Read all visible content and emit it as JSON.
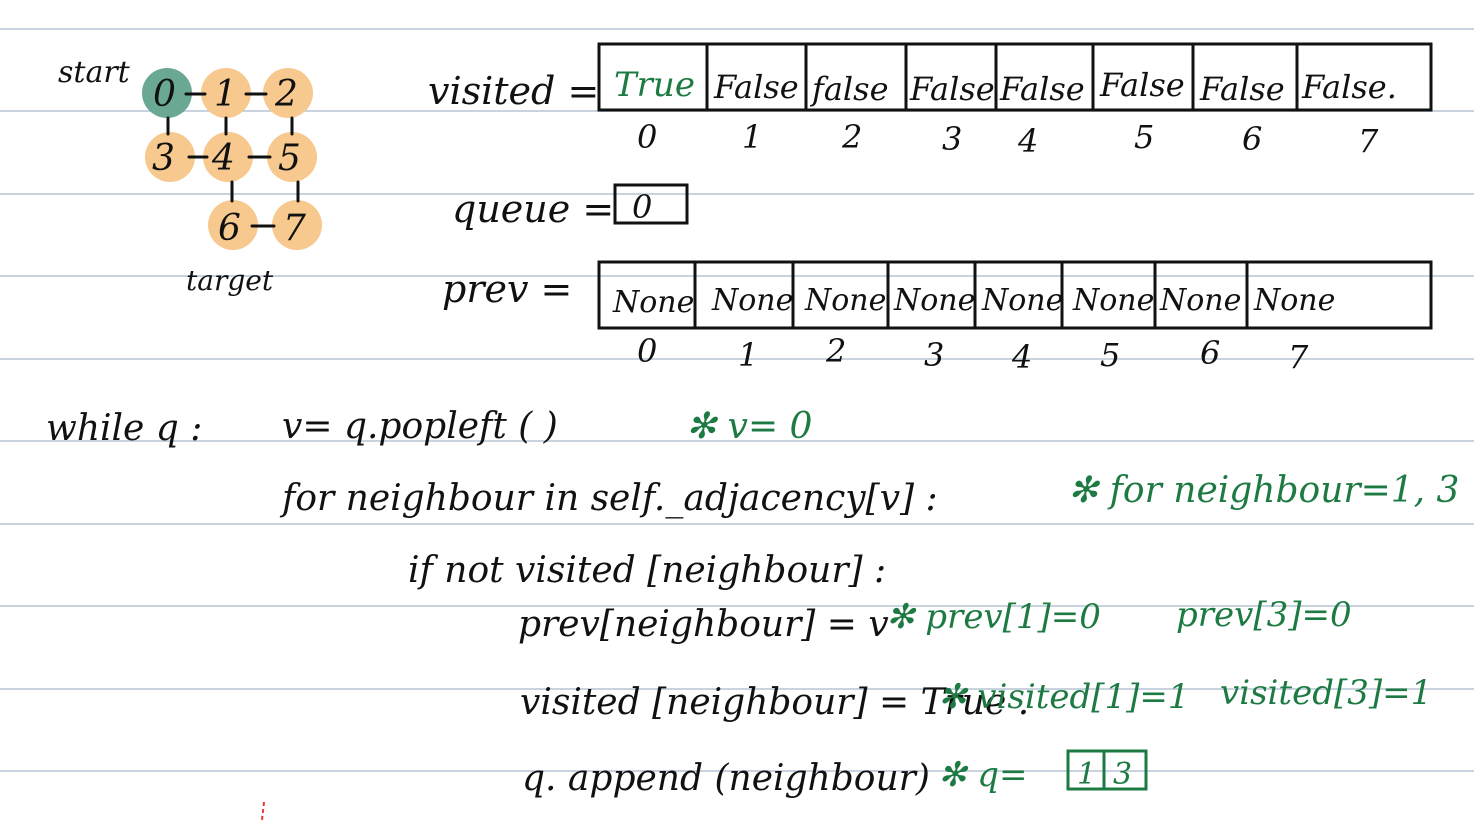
{
  "colors": {
    "rule_line": "#c9d3df",
    "ink": "#111111",
    "annotation_green": "#1e7a43",
    "node_start": "#6aa894",
    "node_visited": "#f7c98e",
    "cursor_mark": "#e53935"
  },
  "graph": {
    "start_label": "start",
    "target_label": "target",
    "nodes": [
      "0",
      "1",
      "2",
      "3",
      "4",
      "5",
      "6",
      "7"
    ]
  },
  "visited": {
    "label": "visited =",
    "cells": [
      "True",
      "False",
      "false",
      "False",
      "False",
      "False",
      "False",
      "False."
    ],
    "indices": [
      "0",
      "1",
      "2",
      "3",
      "4",
      "5",
      "6",
      "7"
    ]
  },
  "queue": {
    "label": "queue =",
    "cells": [
      "0"
    ]
  },
  "prev": {
    "label": "prev =",
    "cells": [
      "None",
      "None",
      "None",
      "None",
      "None",
      "None",
      "None",
      "None"
    ],
    "indices": [
      "0",
      "1",
      "2",
      "3",
      "4",
      "5",
      "6",
      "7"
    ]
  },
  "code": {
    "line1a": "while q :",
    "line1b": "v= q.popleft ( )",
    "line2": "for neighbour in self._adjacency[v] :",
    "line3": "if not visited [neighbour] :",
    "line4": "prev[neighbour] = v",
    "line5": "visited [neighbour] = True .",
    "line6": "q. append (neighbour)"
  },
  "notes": {
    "n1": "✻ v= 0",
    "n2": "✻ for neighbour=1, 3",
    "n3a": "✻ prev[1]=0",
    "n3b": "prev[3]=0",
    "n4a": "✻ visited[1]=1",
    "n4b": "visited[3]=1",
    "n5": "✻ q=",
    "n5_cells": [
      "1",
      "3"
    ]
  }
}
